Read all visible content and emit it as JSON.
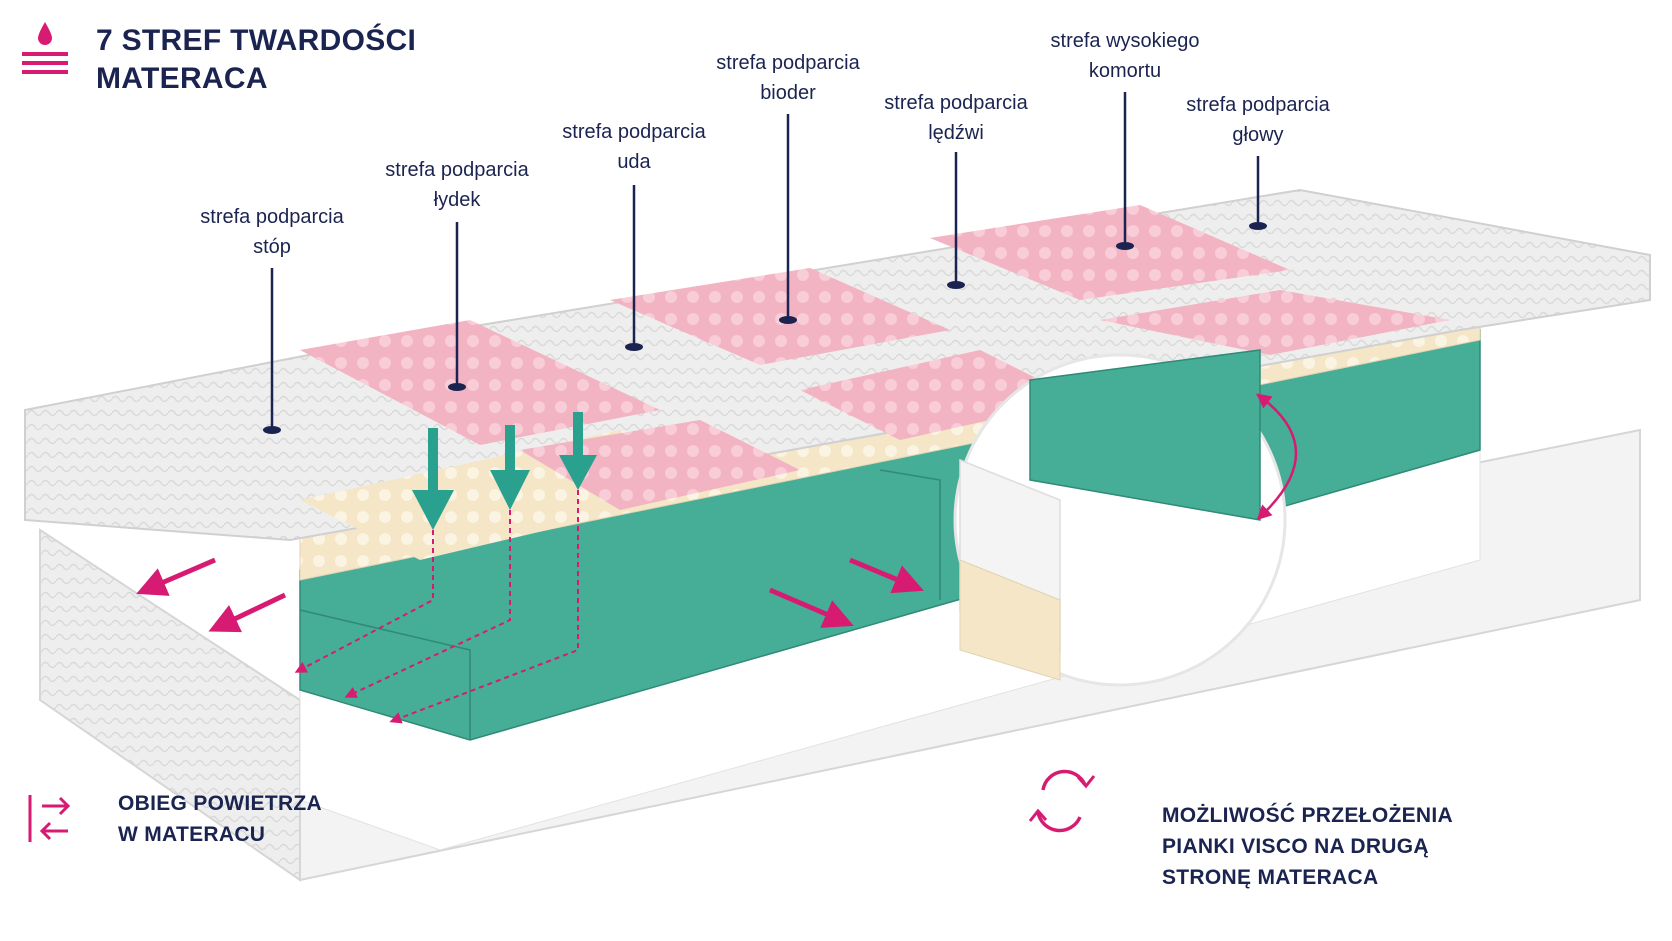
{
  "title": {
    "line1": "7 STREF TWARDOŚCI",
    "line2": "MATERACA"
  },
  "zones": [
    {
      "line1": "strefa podparcia",
      "line2": "stóp"
    },
    {
      "line1": "strefa podparcia",
      "line2": "łydek"
    },
    {
      "line1": "strefa podparcia",
      "line2": "uda"
    },
    {
      "line1": "strefa podparcia",
      "line2": "bioder"
    },
    {
      "line1": "strefa podparcia",
      "line2": "lędźwi"
    },
    {
      "line1": "strefa wysokiego",
      "line2": "komortu"
    },
    {
      "line1": "strefa podparcia",
      "line2": "głowy"
    }
  ],
  "legend_air": {
    "line1": "OBIEG POWIETRZA",
    "line2": "W MATERACU"
  },
  "legend_flip": {
    "line1": "MOŻLIWOŚĆ PRZEŁOŻENIA",
    "line2": "PIANKI VISCO NA DRUGĄ",
    "line3": "STRONĘ MATERACA"
  },
  "colors": {
    "accent": "#d81b72",
    "text": "#1b2450",
    "teal": "#3ea891",
    "pink": "#f0aebd",
    "cream": "#f7ecd2",
    "cover": "#ececec"
  }
}
